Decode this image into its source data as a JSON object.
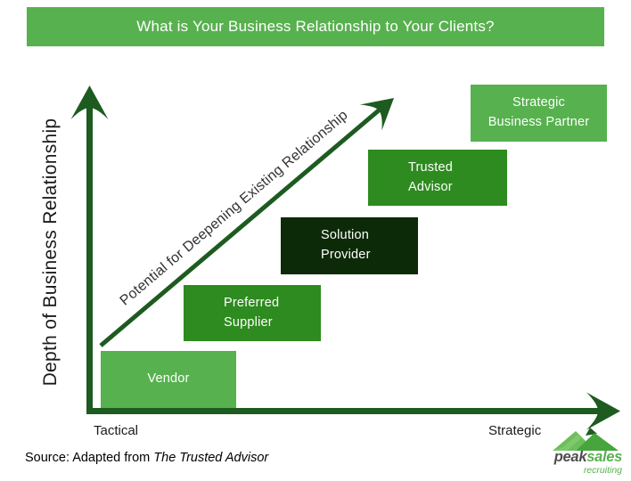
{
  "header": {
    "title": "What is Your Business Relationship to Your Clients?"
  },
  "y_axis": {
    "label": "Depth of Business Relationship"
  },
  "x_axis": {
    "left_label": "Tactical",
    "right_label": "Strategic"
  },
  "diagonal_arrow": {
    "label": "Potential for Deepening Existing Relationship"
  },
  "stages": [
    {
      "name": "vendor",
      "lines": [
        "Vendor",
        ""
      ],
      "color": "#57b14e"
    },
    {
      "name": "preferred-supplier",
      "lines": [
        "Preferred",
        "Supplier"
      ],
      "color": "#2e8b1f"
    },
    {
      "name": "solution-provider",
      "lines": [
        "Solution",
        "Provider"
      ],
      "color": "#0c2a07"
    },
    {
      "name": "trusted-advisor",
      "lines": [
        "Trusted",
        "Advisor"
      ],
      "color": "#2e8b1f"
    },
    {
      "name": "strategic-business-partner",
      "lines": [
        "Strategic",
        "Business Partner"
      ],
      "color": "#57b14e"
    }
  ],
  "source": {
    "prefix": "Source: Adapted from ",
    "citation": "The Trusted Advisor"
  },
  "logo": {
    "word1": "peak",
    "word2": "sales",
    "tagline": "recruiting"
  },
  "colors": {
    "brand_green": "#57b14e",
    "medium_green": "#2e8b1f",
    "darkest_green": "#0c2a07",
    "axis_green": "#1d5b20",
    "text_dark": "#1a1a1a"
  }
}
